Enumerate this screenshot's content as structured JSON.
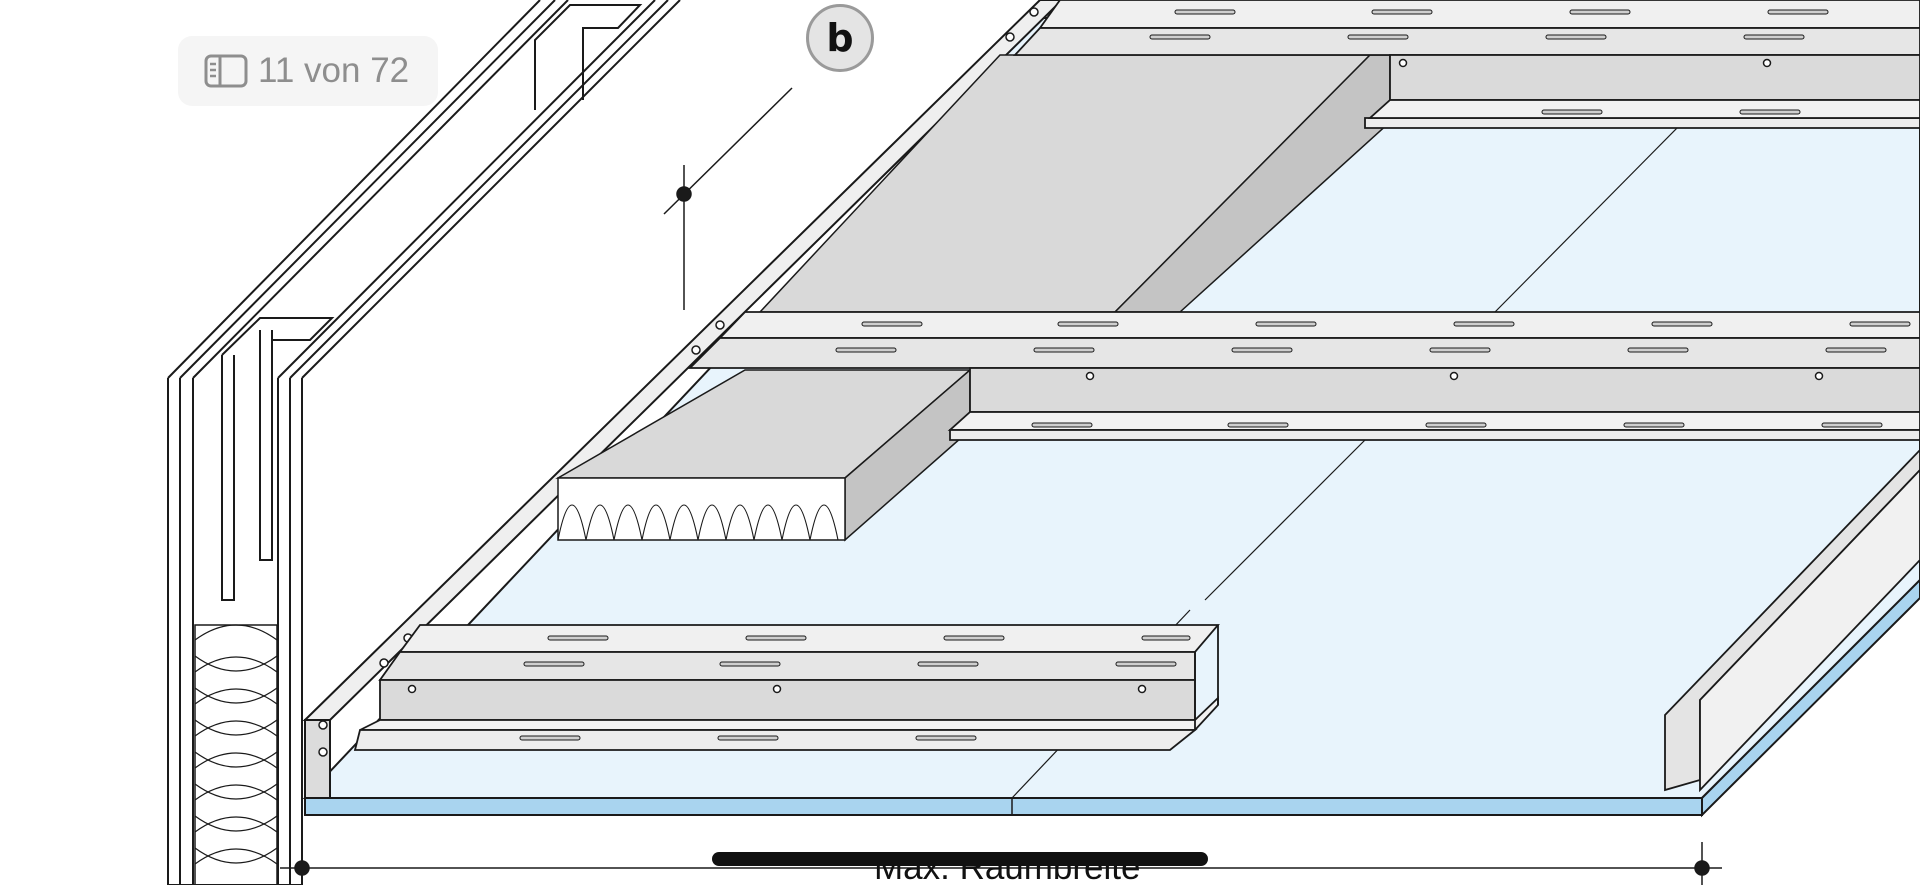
{
  "page_indicator": {
    "icon": "sidebar-panel-icon",
    "text": "11 von 72"
  },
  "drawing": {
    "label_badge": "b",
    "dimension_label": "Max. Raumbreite"
  },
  "colors": {
    "board_blue": "#e8f4fc",
    "board_edge": "#a9d4ef",
    "metal": "#e4e4e4",
    "insulation_block": "#d9d9d9",
    "line": "#1a1a1a"
  }
}
